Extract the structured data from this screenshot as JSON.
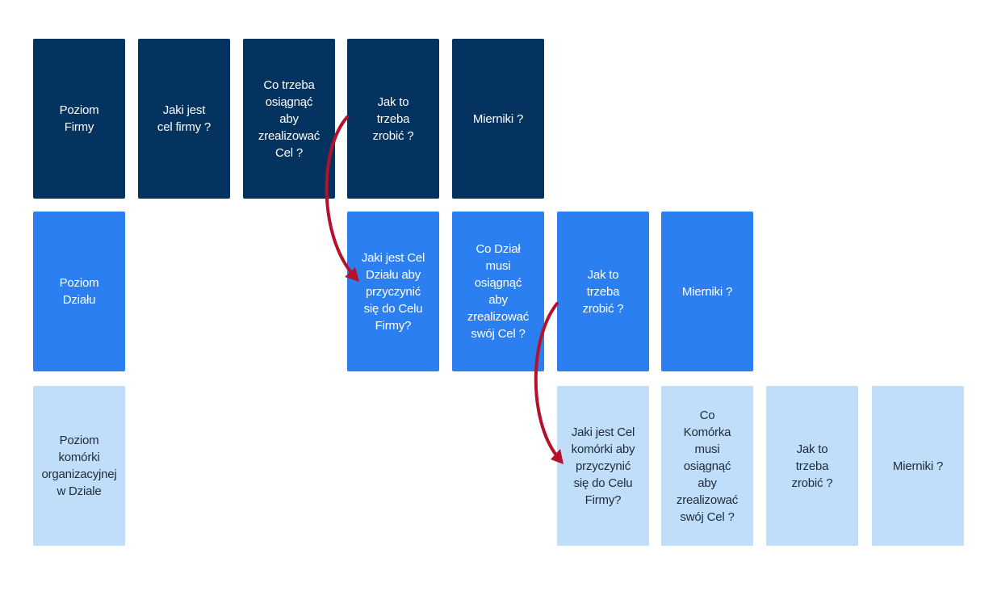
{
  "colors": {
    "company_level": "#04335f",
    "department_level": "#2c7ff0",
    "unit_level": "#c0defa",
    "arrow": "#b3122a"
  },
  "company": {
    "level": "Poziom\nFirmy",
    "goal": "Jaki jest\ncel firmy ?",
    "what": "Co trzeba\nosiągnąć\naby\nzrealizować\nCel ?",
    "how": "Jak to\ntrzeba\nzrobić ?",
    "metrics": "Mierniki ?"
  },
  "department": {
    "level": "Poziom\nDziału",
    "goal": "Jaki jest Cel\nDziału  aby\nprzyczynić\nsię do Celu\nFirmy?",
    "what": "Co Dział\nmusi\nosiągnąć\naby\nzrealizować\nswój Cel ?",
    "how": "Jak to\ntrzeba\nzrobić ?",
    "metrics": "Mierniki ?"
  },
  "unit": {
    "level": "Poziom\nkomórki\norganizacyjnej\nw Dziale",
    "goal": "Jaki jest Cel\nkomórki  aby\nprzyczynić\nsię do Celu\nFirmy?",
    "what": "Co\nKomórka\nmusi\nosiągnąć\naby\nzrealizować\nswój Cel ?",
    "how": "Jak to\ntrzeba\nzrobić ?",
    "metrics": "Mierniki ?"
  }
}
